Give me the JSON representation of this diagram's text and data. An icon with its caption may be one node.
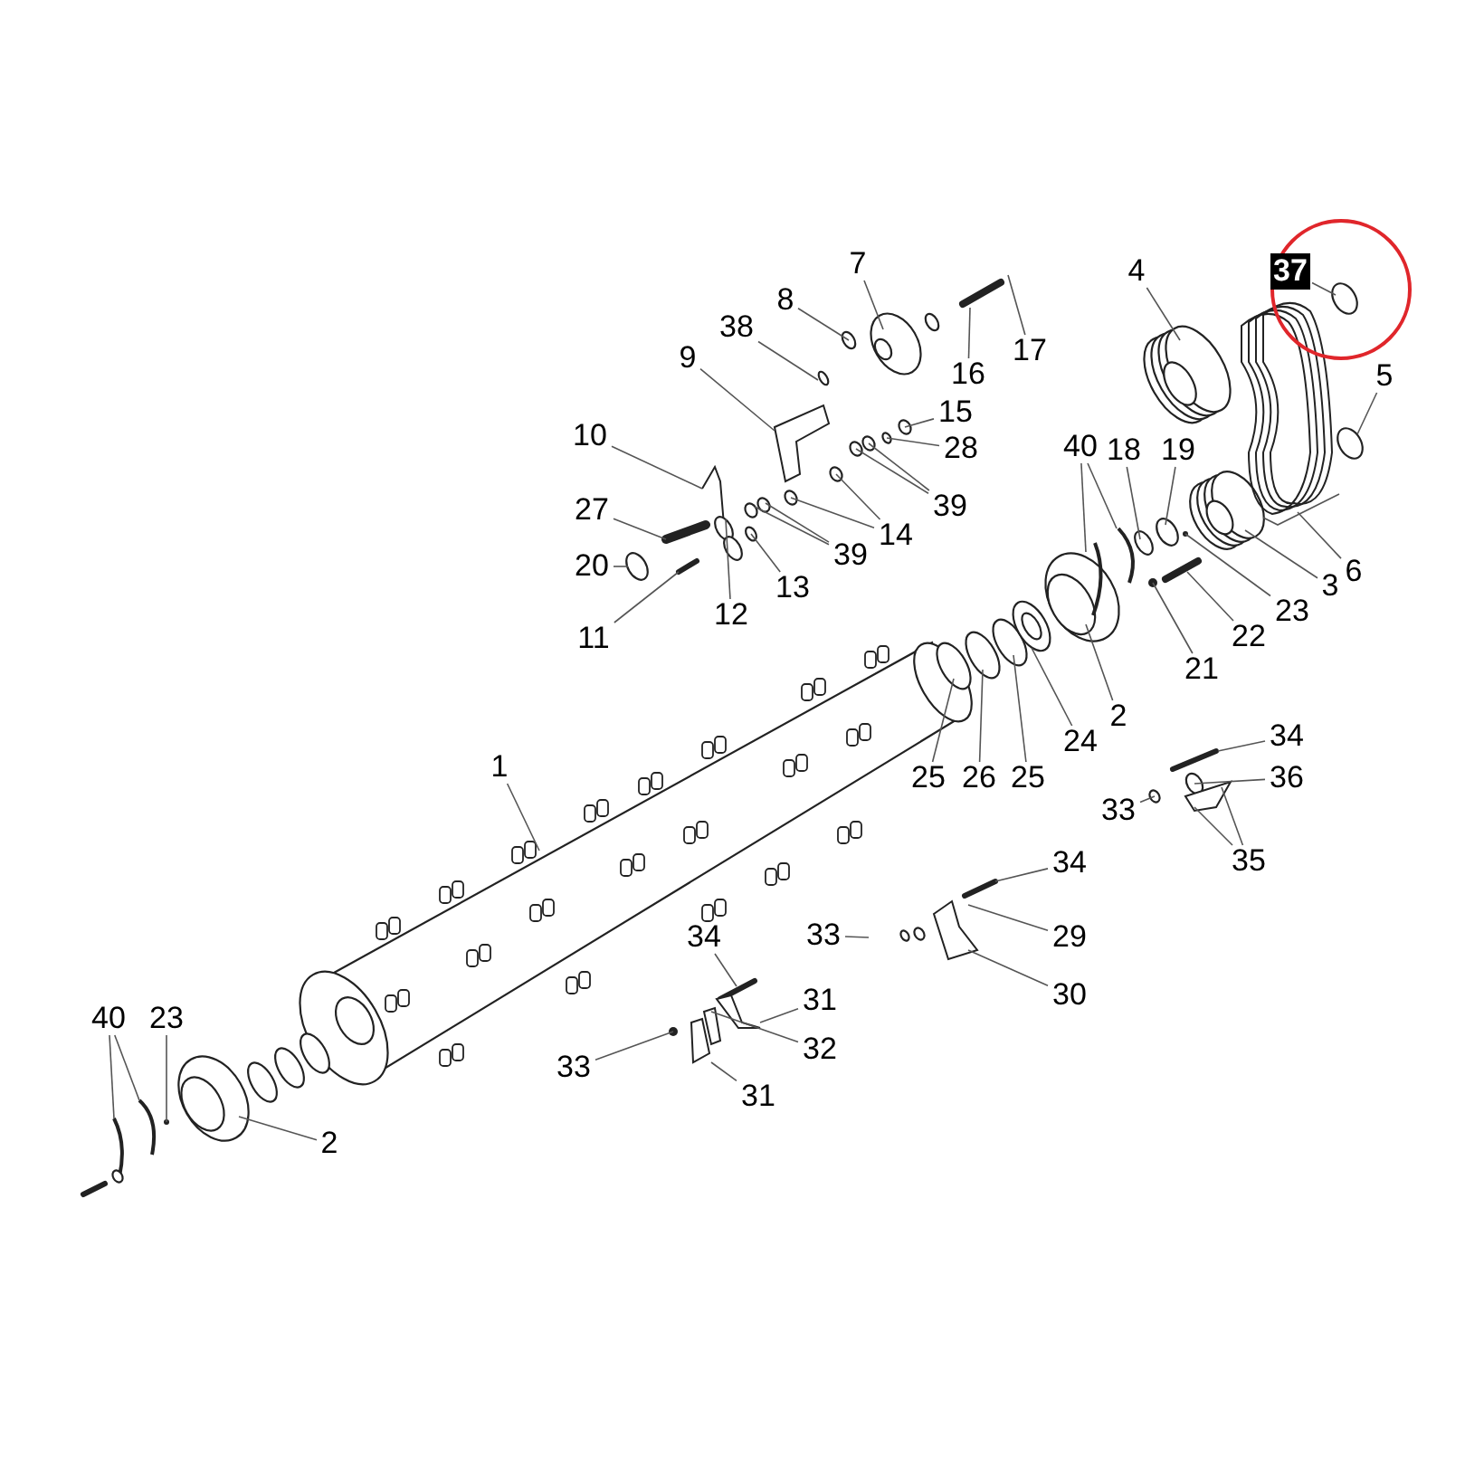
{
  "diagram": {
    "nodes": [
      {
        "text": [
          "37"
        ]
      },
      {
        "text": [
          "7"
        ]
      },
      {
        "text": [
          "4"
        ]
      },
      {
        "text": [
          "8"
        ]
      },
      {
        "text": [
          "38"
        ]
      },
      {
        "text": [
          "17"
        ]
      },
      {
        "text": [
          "9"
        ]
      },
      {
        "text": [
          "16"
        ]
      },
      {
        "text": [
          "5"
        ]
      },
      {
        "text": [
          "15"
        ]
      },
      {
        "text": [
          "10"
        ]
      },
      {
        "text": [
          "40"
        ]
      },
      {
        "text": [
          "18"
        ]
      },
      {
        "text": [
          "19"
        ]
      },
      {
        "text": [
          "28"
        ]
      },
      {
        "text": [
          "39"
        ]
      },
      {
        "text": [
          "27"
        ]
      },
      {
        "text": [
          "14"
        ]
      },
      {
        "text": [
          "39"
        ]
      },
      {
        "text": [
          "20"
        ]
      },
      {
        "text": [
          "6"
        ]
      },
      {
        "text": [
          "3"
        ]
      },
      {
        "text": [
          "13"
        ]
      },
      {
        "text": [
          "23"
        ]
      },
      {
        "text": [
          "12"
        ]
      },
      {
        "text": [
          "22"
        ]
      },
      {
        "text": [
          "11"
        ]
      },
      {
        "text": [
          "21"
        ]
      },
      {
        "text": [
          "2"
        ]
      },
      {
        "text": [
          "34"
        ]
      },
      {
        "text": [
          "24"
        ]
      },
      {
        "text": [
          "1"
        ]
      },
      {
        "text": [
          "25"
        ]
      },
      {
        "text": [
          "26"
        ]
      },
      {
        "text": [
          "25"
        ]
      },
      {
        "text": [
          "36"
        ]
      },
      {
        "text": [
          "33"
        ]
      },
      {
        "text": [
          "35"
        ]
      },
      {
        "text": [
          "34"
        ]
      },
      {
        "text": [
          "33"
        ]
      },
      {
        "text": [
          "34"
        ]
      },
      {
        "text": [
          "29"
        ]
      },
      {
        "text": [
          "30"
        ]
      },
      {
        "text": [
          "31"
        ]
      },
      {
        "text": [
          "40"
        ]
      },
      {
        "text": [
          "23"
        ]
      },
      {
        "text": [
          "32"
        ]
      },
      {
        "text": [
          "33"
        ]
      },
      {
        "text": [
          "31"
        ]
      },
      {
        "text": [
          "2"
        ]
      }
    ],
    "edges": [
      {
        "from": 0,
        "to": null,
        "arrow": "none"
      },
      {
        "from": 1,
        "to": null,
        "arrow": "none"
      },
      {
        "from": 2,
        "to": null,
        "arrow": "none"
      },
      {
        "from": 3,
        "to": null,
        "arrow": "none"
      },
      {
        "from": 4,
        "to": null,
        "arrow": "none"
      },
      {
        "from": 5,
        "to": null,
        "arrow": "none"
      },
      {
        "from": 6,
        "to": null,
        "arrow": "none"
      },
      {
        "from": 7,
        "to": null,
        "arrow": "none"
      },
      {
        "from": 8,
        "to": null,
        "arrow": "none"
      },
      {
        "from": 9,
        "to": null,
        "arrow": "none"
      },
      {
        "from": 10,
        "to": null,
        "arrow": "none"
      },
      {
        "from": 11,
        "to": null,
        "arrow": "none"
      },
      {
        "from": 11,
        "to": null,
        "arrow": "none"
      },
      {
        "from": 12,
        "to": null,
        "arrow": "none"
      },
      {
        "from": 13,
        "to": null,
        "arrow": "none"
      },
      {
        "from": 14,
        "to": null,
        "arrow": "none"
      },
      {
        "from": 15,
        "to": null,
        "arrow": "none"
      },
      {
        "from": 15,
        "to": null,
        "arrow": "none"
      },
      {
        "from": 16,
        "to": null,
        "arrow": "none"
      },
      {
        "from": 17,
        "to": null,
        "arrow": "none"
      },
      {
        "from": 17,
        "to": null,
        "arrow": "none"
      },
      {
        "from": 18,
        "to": null,
        "arrow": "none"
      },
      {
        "from": 18,
        "to": null,
        "arrow": "none"
      },
      {
        "from": 19,
        "to": null,
        "arrow": "none"
      },
      {
        "from": 20,
        "to": null,
        "arrow": "none"
      },
      {
        "from": 21,
        "to": null,
        "arrow": "none"
      },
      {
        "from": 22,
        "to": null,
        "arrow": "none"
      },
      {
        "from": 23,
        "to": null,
        "arrow": "none"
      },
      {
        "from": 24,
        "to": null,
        "arrow": "none"
      },
      {
        "from": 25,
        "to": null,
        "arrow": "none"
      },
      {
        "from": 26,
        "to": null,
        "arrow": "none"
      },
      {
        "from": 27,
        "to": null,
        "arrow": "none"
      },
      {
        "from": 28,
        "to": null,
        "arrow": "none"
      },
      {
        "from": 29,
        "to": null,
        "arrow": "none"
      },
      {
        "from": 30,
        "to": null,
        "arrow": "none"
      },
      {
        "from": 31,
        "to": null,
        "arrow": "none"
      },
      {
        "from": 32,
        "to": null,
        "arrow": "none"
      },
      {
        "from": 33,
        "to": null,
        "arrow": "none"
      },
      {
        "from": 34,
        "to": null,
        "arrow": "none"
      },
      {
        "from": 35,
        "to": null,
        "arrow": "none"
      },
      {
        "from": 36,
        "to": null,
        "arrow": "none"
      },
      {
        "from": 37,
        "to": null,
        "arrow": "none"
      },
      {
        "from": 37,
        "to": null,
        "arrow": "none"
      },
      {
        "from": 38,
        "to": null,
        "arrow": "none"
      },
      {
        "from": 39,
        "to": null,
        "arrow": "none"
      },
      {
        "from": 40,
        "to": null,
        "arrow": "none"
      },
      {
        "from": 41,
        "to": null,
        "arrow": "none"
      },
      {
        "from": 42,
        "to": null,
        "arrow": "none"
      },
      {
        "from": 43,
        "to": null,
        "arrow": "none"
      },
      {
        "from": 44,
        "to": null,
        "arrow": "none"
      },
      {
        "from": 44,
        "to": null,
        "arrow": "none"
      },
      {
        "from": 45,
        "to": null,
        "arrow": "none"
      },
      {
        "from": 46,
        "to": null,
        "arrow": "none"
      },
      {
        "from": 47,
        "to": null,
        "arrow": "none"
      },
      {
        "from": 48,
        "to": null,
        "arrow": "none"
      },
      {
        "from": 49,
        "to": null,
        "arrow": "none"
      }
    ]
  }
}
